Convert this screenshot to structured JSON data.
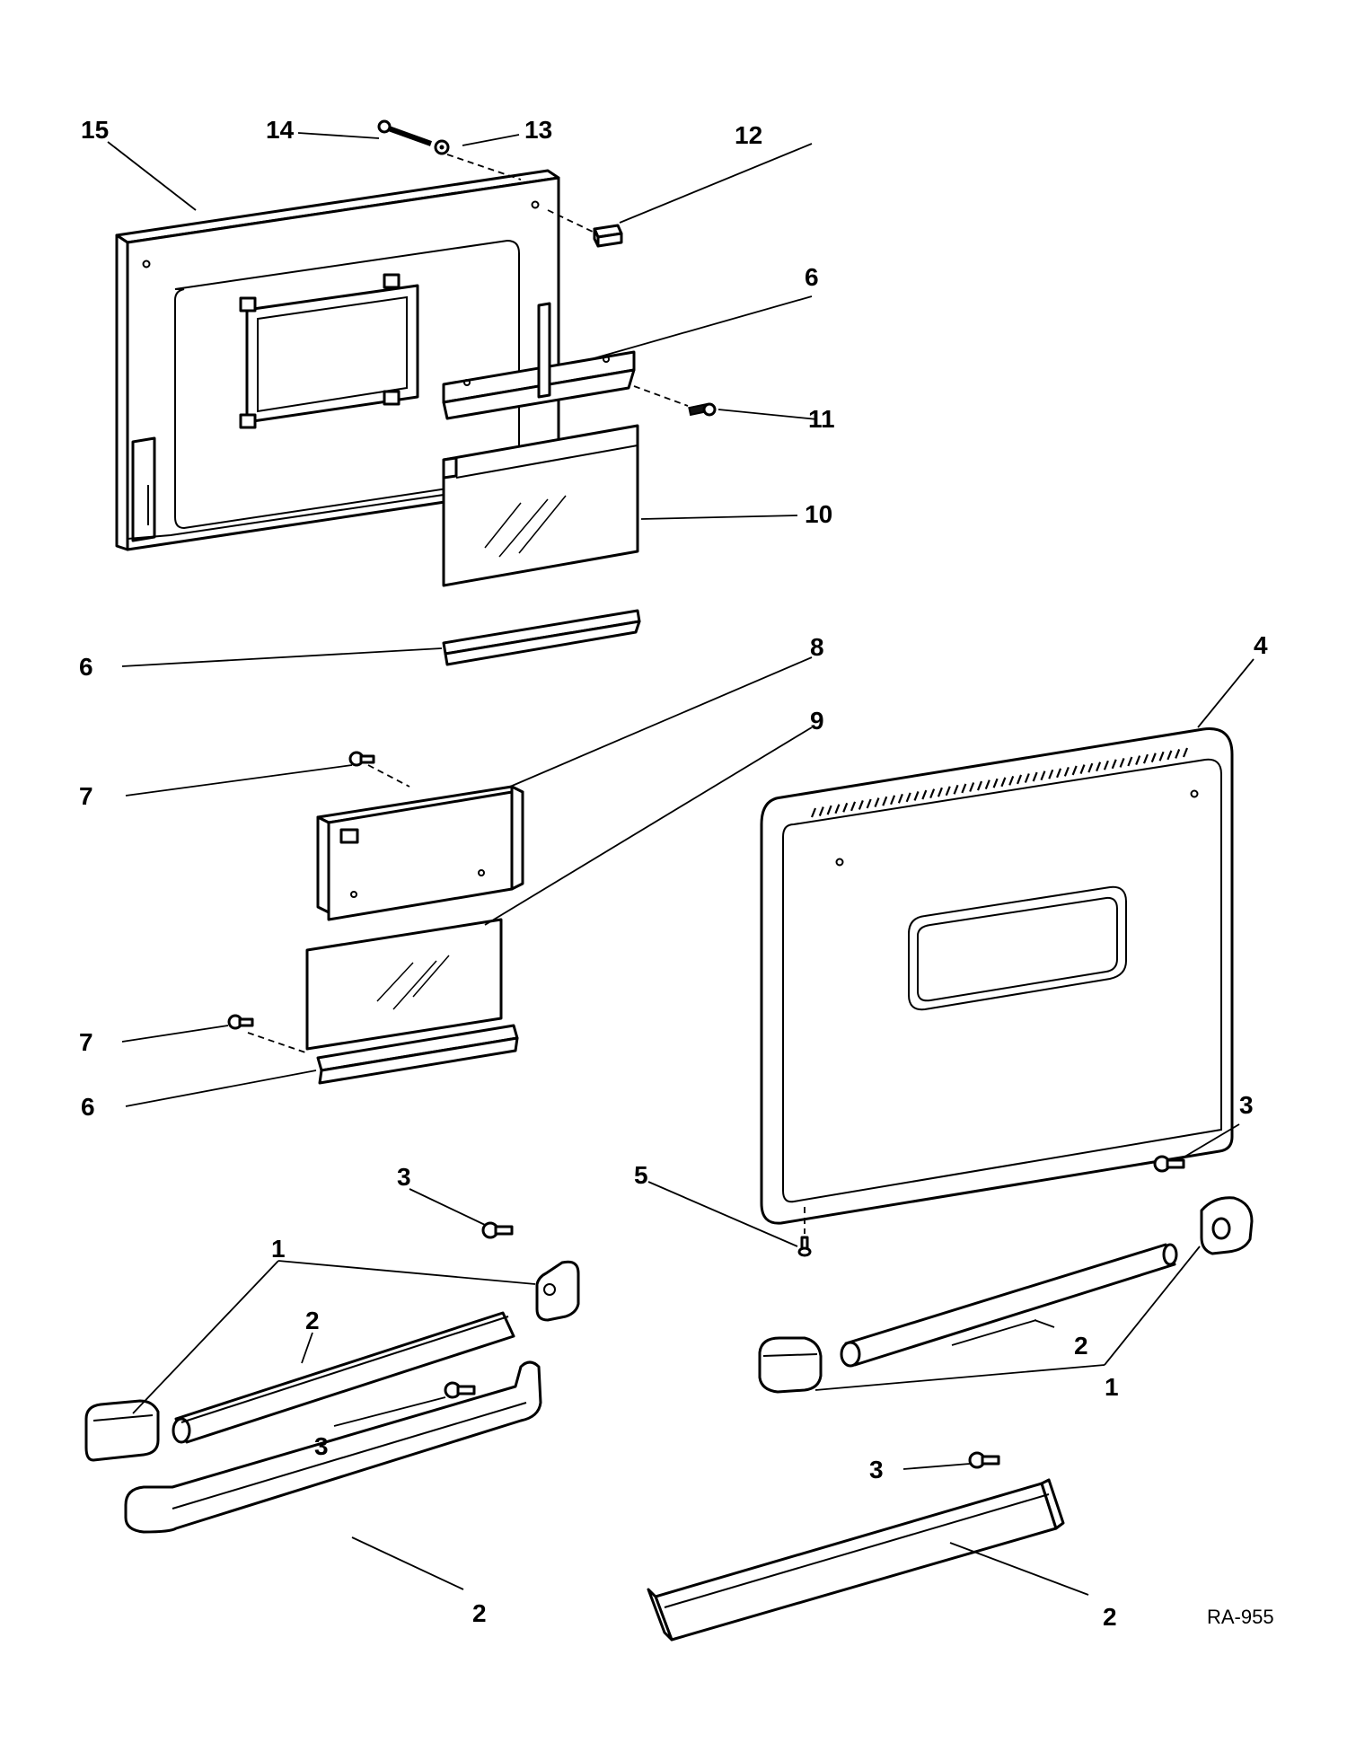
{
  "diagram": {
    "reference_code": "RA-955",
    "callouts": {
      "c15": "15",
      "c14": "14",
      "c13": "13",
      "c12": "12",
      "c6a": "6",
      "c11": "11",
      "c10": "10",
      "c6b": "6",
      "c8": "8",
      "c9": "9",
      "c4": "4",
      "c7a": "7",
      "c7b": "7",
      "c6c": "6",
      "c3a": "3",
      "c5": "5",
      "c3b": "3",
      "c1a": "1",
      "c2a": "2",
      "c3c": "3",
      "c2b": "2",
      "c1b": "1",
      "c3d": "3",
      "c2c": "2",
      "c2d": "2"
    }
  }
}
